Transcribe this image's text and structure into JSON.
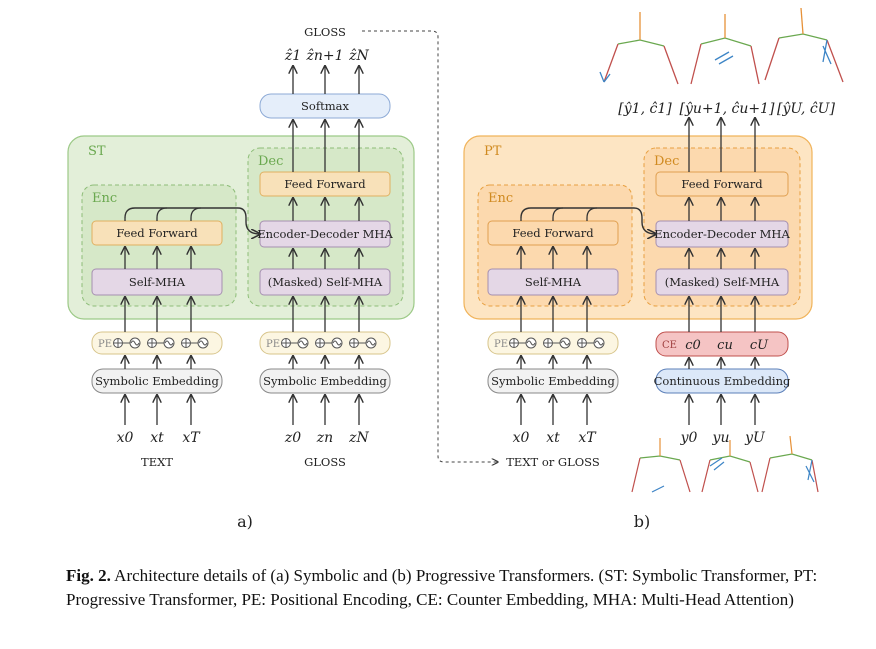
{
  "colors": {
    "st_region": "#e3efd9",
    "st_border": "#9cc987",
    "st_label": "#6aa84f",
    "pt_region": "#fde5c3",
    "pt_border": "#f0b35a",
    "pt_label": "#d08a20",
    "feed_forward": "#f8e1b9",
    "feed_forward_pt": "#fcd9ae",
    "mha": "#e4d7e6",
    "mha_border": "#a58fb0",
    "softmax": "#e5eefa",
    "softmax_border": "#8daad6",
    "embedding": "#f2f2f2",
    "pe": "#fcf6e2",
    "pe_border": "#d7c48a",
    "ce": "#f5c4c4",
    "ce_border": "#c0504d",
    "continuous_embedding": "#dce8f8",
    "continuous_border": "#5b7fb9"
  },
  "labels": {
    "st": "ST",
    "pt": "PT",
    "enc": "Enc",
    "dec": "Dec",
    "feed_forward": "Feed Forward",
    "self_mha": "Self-MHA",
    "enc_dec_mha": "Encoder-Decoder MHA",
    "masked_self_mha": "(Masked) Self-MHA",
    "softmax": "Softmax",
    "symbolic_embedding": "Symbolic Embedding",
    "continuous_embedding": "Continuous Embedding",
    "pe": "PE",
    "ce": "CE",
    "gloss_top": "GLOSS",
    "text": "TEXT",
    "gloss_bottom": "GLOSS",
    "text_or_gloss": "TEXT or GLOSS",
    "sub_a": "a)",
    "sub_b": "b)"
  },
  "inputs": {
    "st_text": [
      "x0",
      "xt",
      "xT"
    ],
    "st_gloss": [
      "z0",
      "zn",
      "zN"
    ],
    "pt_text": [
      "x0",
      "xt",
      "xT"
    ],
    "pt_cont": [
      "y0",
      "yu",
      "yU"
    ],
    "st_out": [
      "ẑ1",
      "ẑn+1",
      "ẑN"
    ],
    "pt_out": [
      "[ŷ1, ĉ1]",
      "[ŷu+1, ĉu+1]",
      "[ŷU, ĉU]"
    ],
    "ce": [
      "c0",
      "cu",
      "cU"
    ]
  },
  "caption": {
    "label": "Fig. 2.",
    "text": " Architecture details of (a) Symbolic and (b) Progressive Transformers. (ST: Symbolic Transformer, PT: Progressive Transformer, PE: Positional Encoding, CE: Counter Embedding, MHA: Multi-Head Attention)"
  }
}
